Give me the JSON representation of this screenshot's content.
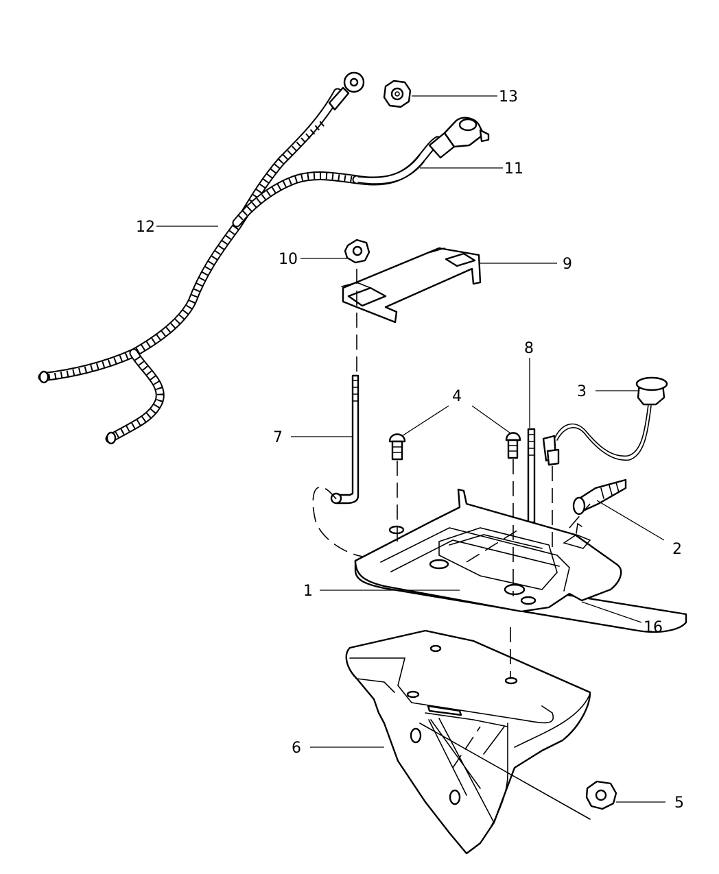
{
  "callouts": {
    "c1": "1",
    "c2": "2",
    "c3": "3",
    "c4": "4",
    "c5": "5",
    "c6": "6",
    "c7": "7",
    "c8": "8",
    "c9": "9",
    "c10": "10",
    "c11": "11",
    "c12": "12",
    "c13": "13",
    "c16": "16"
  }
}
